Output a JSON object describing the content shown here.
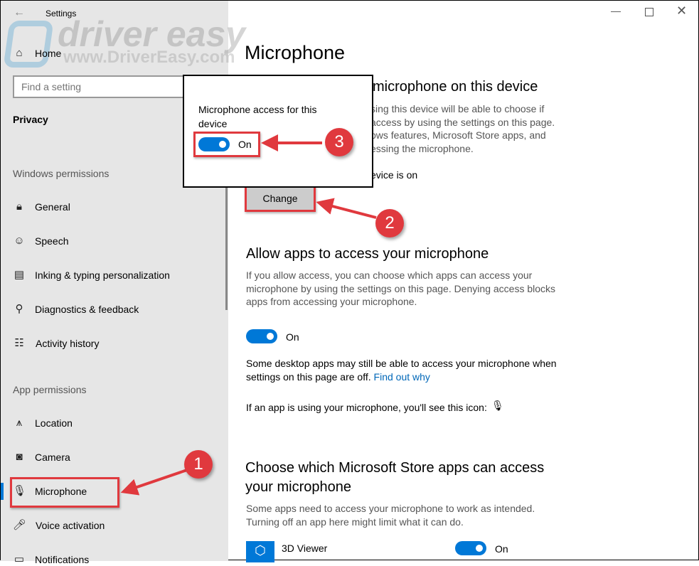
{
  "window": {
    "title": "Settings",
    "controls": [
      "minimize",
      "maximize",
      "close"
    ]
  },
  "watermark": {
    "brand": "driver easy",
    "url": "www.DriverEasy.com"
  },
  "sidebar": {
    "home": "Home",
    "search_placeholder": "Find a setting",
    "section": "Privacy",
    "windows_permissions": "Windows permissions",
    "windows_items": [
      {
        "label": "General",
        "icon": "lock-icon"
      },
      {
        "label": "Speech",
        "icon": "speech-icon"
      },
      {
        "label": "Inking & typing personalization",
        "icon": "inking-icon"
      },
      {
        "label": "Diagnostics & feedback",
        "icon": "diagnostics-icon"
      },
      {
        "label": "Activity history",
        "icon": "activity-icon"
      }
    ],
    "app_permissions": "App permissions",
    "app_items": [
      {
        "label": "Location",
        "icon": "location-icon"
      },
      {
        "label": "Camera",
        "icon": "camera-icon"
      },
      {
        "label": "Microphone",
        "icon": "microphone-icon",
        "selected": true
      },
      {
        "label": "Voice activation",
        "icon": "voice-icon"
      },
      {
        "label": "Notifications",
        "icon": "notifications-icon"
      }
    ]
  },
  "main": {
    "title": "Microphone",
    "device_heading_visible": "microphone on this device",
    "device_desc_visible": [
      "sing this device will be able to choose if",
      "access by using the settings on this page.",
      "ows features, Microsoft Store apps, and",
      "essing the microphone."
    ],
    "device_status_visible": "evice is on",
    "change_label": "Change",
    "allow_heading": "Allow apps to access your microphone",
    "allow_desc": [
      "If you allow access, you can choose which apps can access your",
      "microphone by using the settings on this page. Denying access blocks",
      "apps from accessing your microphone."
    ],
    "allow_toggle": "On",
    "desktop_note": [
      "Some desktop apps may still be able to access your microphone when",
      "settings on this page are off."
    ],
    "find_out_why": "Find out why",
    "icon_note": "If an app is using your microphone, you'll see this icon:",
    "store_heading": [
      "Choose which Microsoft Store apps can access",
      "your microphone"
    ],
    "store_desc": [
      "Some apps need to access your microphone to work as intended.",
      "Turning off an app here might limit what it can do."
    ],
    "apps": [
      {
        "name": "3D Viewer",
        "state": "On"
      }
    ]
  },
  "popup": {
    "label": "Microphone access for this device",
    "toggle": "On"
  },
  "annotations": [
    "1",
    "2",
    "3"
  ],
  "colors": {
    "accent": "#0078d7",
    "annotation": "#e0393e",
    "sidebar_bg": "#e6e6e6"
  }
}
